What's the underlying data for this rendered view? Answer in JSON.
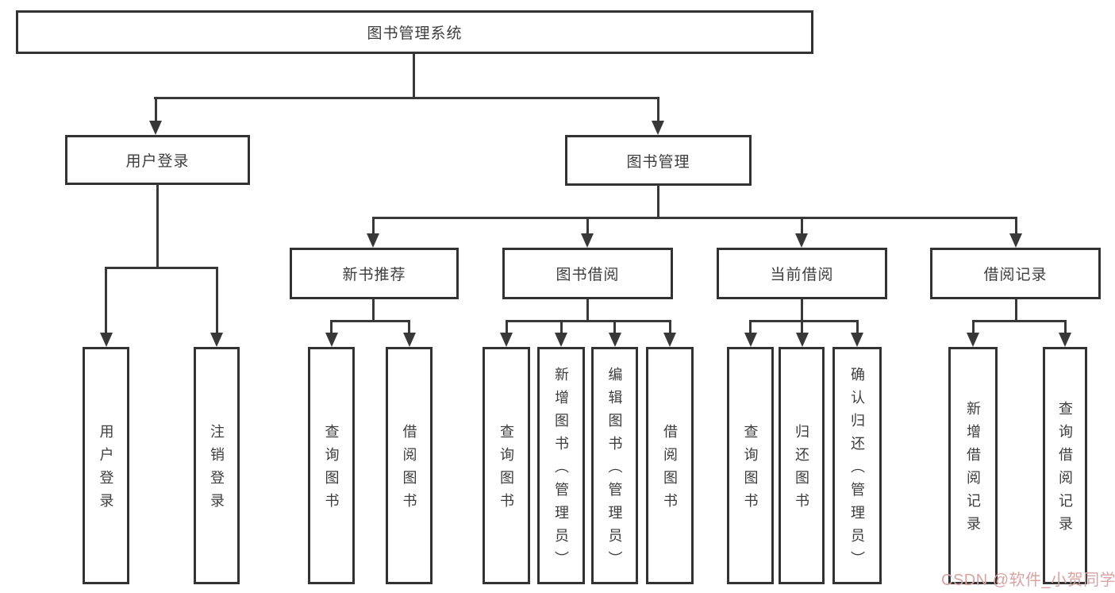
{
  "page": {
    "background_color": "#ffffff",
    "line_color": "#383838",
    "box_border_color": "#333333",
    "text_color": "#3d3d3d"
  },
  "tree": {
    "root": {
      "label": "图书管理系统"
    },
    "branches": [
      {
        "label": "用户登录",
        "children": [
          {
            "label": "用户登录"
          },
          {
            "label": "注销登录"
          }
        ]
      },
      {
        "label": "图书管理",
        "children": [
          {
            "label": "新书推荐",
            "children": [
              {
                "label": "查询图书"
              },
              {
                "label": "借阅图书"
              }
            ]
          },
          {
            "label": "图书借阅",
            "children": [
              {
                "label": "查询图书"
              },
              {
                "label": "新增图书（管理员）"
              },
              {
                "label": "编辑图书（管理员）"
              },
              {
                "label": "借阅图书"
              }
            ]
          },
          {
            "label": "当前借阅",
            "children": [
              {
                "label": "查询图书"
              },
              {
                "label": "归还图书"
              },
              {
                "label": "确认归还（管理员）"
              }
            ]
          },
          {
            "label": "借阅记录",
            "children": [
              {
                "label": "新增借阅记录"
              },
              {
                "label": "查询借阅记录"
              }
            ]
          }
        ]
      }
    ]
  },
  "watermark": {
    "text": "CSDN @软件_小贺同学",
    "color": "#d8a3a3"
  }
}
